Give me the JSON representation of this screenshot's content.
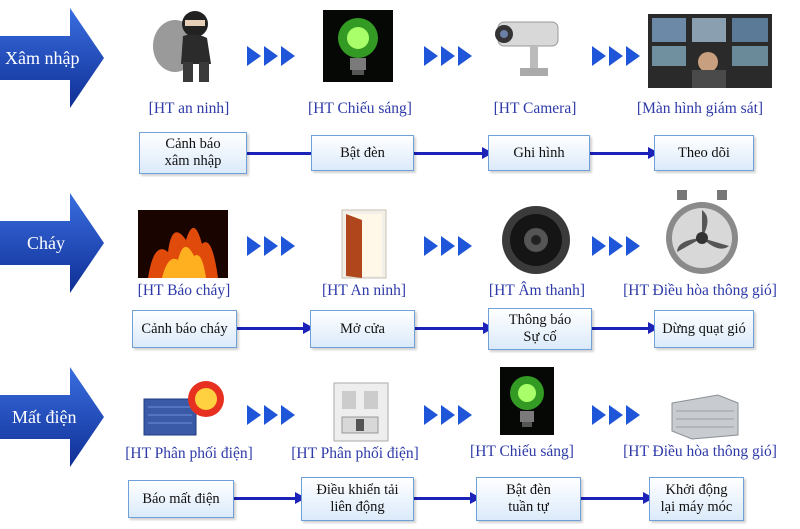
{
  "rows": [
    {
      "trigger": "Xâm nhập",
      "systems": [
        "[HT an ninh]",
        "[HT Chiếu sáng]",
        "[HT Camera]",
        "[Màn hình giám sát]"
      ],
      "actions": [
        "Cảnh báo\nxâm nhập",
        "Bật đèn",
        "Ghi hình",
        "Theo dõi"
      ],
      "icons": [
        "thief-icon",
        "green-bulb-icon",
        "cctv-camera-icon",
        "monitoring-room-icon"
      ]
    },
    {
      "trigger": "Cháy",
      "systems": [
        "[HT Báo cháy]",
        "[HT An ninh]",
        "[HT Âm thanh]",
        "[HT Điều hòa thông gió]"
      ],
      "actions": [
        "Cảnh báo cháy",
        "Mở cửa",
        "Thông báo\nSự cố",
        "Dừng quạt gió"
      ],
      "icons": [
        "fire-icon",
        "open-door-icon",
        "speaker-icon",
        "ventilation-fan-icon"
      ]
    },
    {
      "trigger": "Mất điện",
      "systems": [
        "[HT Phân phối điện]",
        "[HT Phân phối điện]",
        "[HT Chiếu sáng]",
        "[HT Điều hòa thông gió]"
      ],
      "actions": [
        "Báo mất điện",
        "Điều khiển tải\nliên động",
        "Bật đèn\ntuần tự",
        "Khởi động\nlại máy móc"
      ],
      "icons": [
        "power-distribution-icon",
        "circuit-breaker-icon",
        "green-bulb-icon",
        "hvac-unit-icon"
      ]
    }
  ],
  "colors": {
    "trigger_arrow": "#1c46b8",
    "flow": "#1d22b8",
    "caption": "#2e3aa8",
    "box_border": "#6fa0d8"
  }
}
